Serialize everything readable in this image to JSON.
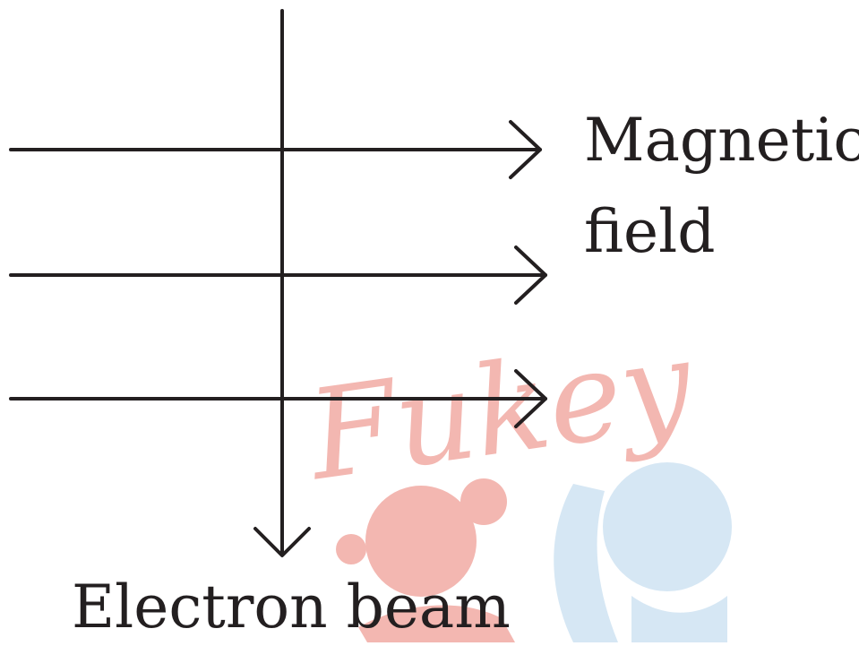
{
  "diagram": {
    "labels": {
      "magnetic_line1": "Magnetic",
      "magnetic_line2": "field",
      "electron_beam": "Electron beam"
    },
    "watermark": {
      "text": "Fukey",
      "text_color": "#f3b7b1",
      "circle_color": "#d6e7f4"
    },
    "colors": {
      "line": "#231f20",
      "background": "#ffffff"
    }
  }
}
